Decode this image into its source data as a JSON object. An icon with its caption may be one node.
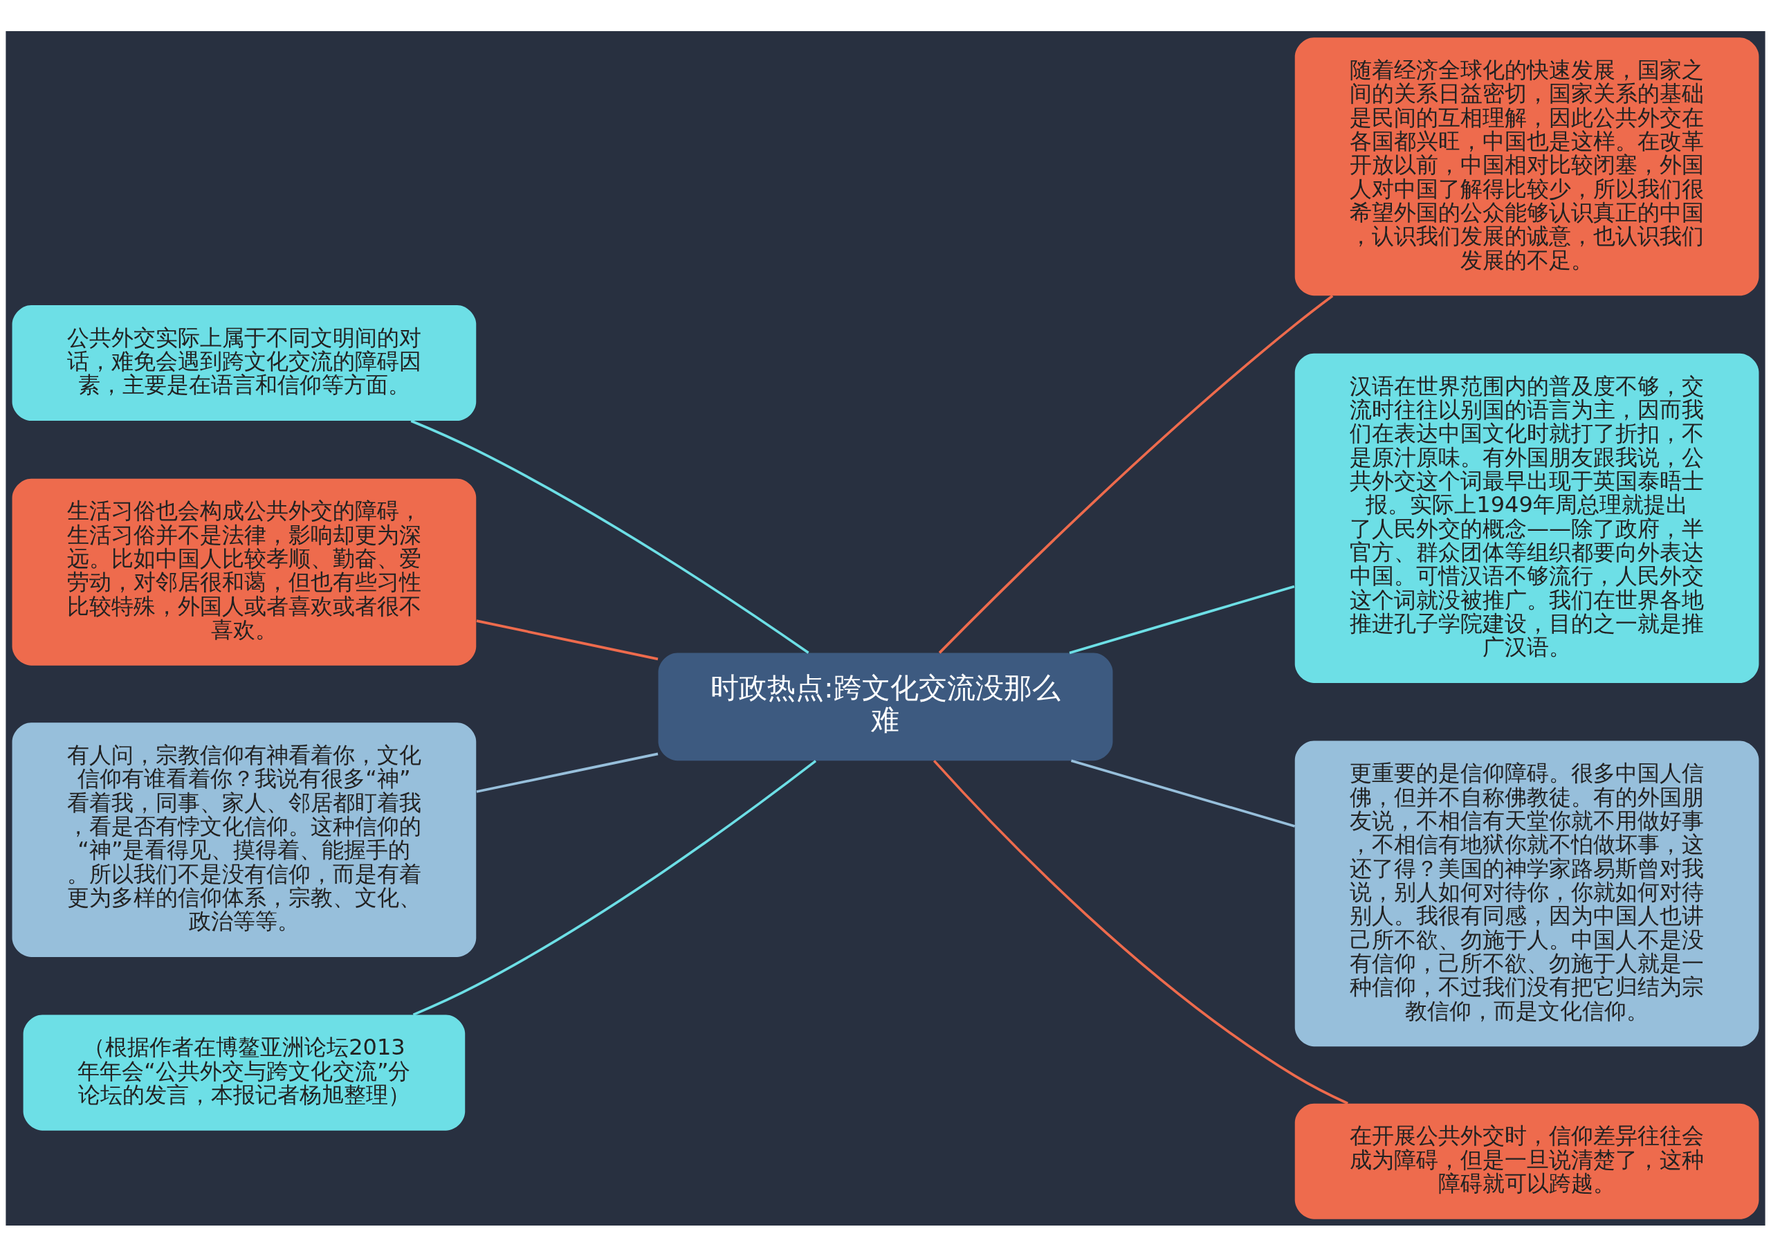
{
  "diagram": {
    "nodes": [
      {
        "text": [
          "时政热点:跨文化交流没那么难"
        ]
      },
      {
        "text": [
          "随着经济全球化的快速发展，国家之间的关系日益密切，国家关系的基础是民间的互相理解，因此公共外交在各国都兴旺，中国也是这样。在改革开放以前，中国相对比较闭塞，外国人对中国了解得比较少，所以我们很希望外国的公众能够认识真正的中国，认识我们发展的诚意，也认识我们发展的不足。"
        ]
      },
      {
        "text": [
          "汉语在世界范围内的普及度不够，交流时往往以别国的语言为主，因而我们在表达中国文化时就打了折扣，不是原汁原味。有外国朋友跟我说，公共外交这个词最早出现于英国泰晤士报。实际上1949年周总理就提出了人民外交的概念——除了政府，半官方、群众团体等组织都要向外表达中国。可惜汉语不够流行，人民外交这个词就没被推广。我们在世界各地推进孔子学院建设，目的之一就是推广汉语。"
        ]
      },
      {
        "text": [
          "更重要的是信仰障碍。很多中国人信佛，但并不自称佛教徒。有的外国朋友说，不相信有天堂你就不用做好事，不相信有地狱你就不怕做坏事，这还了得？美国的神学家路易斯曾对我说，别人如何对待你，你就如何对待别人。我很有同感，因为中国人也讲己所不欲、勿施于人。中国人不是没有信仰，己所不欲、勿施于人就是一种信仰，不过我们没有把它归结为宗教信仰，而是文化信仰。"
        ]
      },
      {
        "text": [
          "在开展公共外交时，信仰差异往往会成为障碍，但是一旦说清楚了，这种障碍就可以跨越。"
        ]
      },
      {
        "text": [
          "公共外交实际上属于不同文明间的对话，难免会遇到跨文化交流的障碍因素，主要是在语言和信仰等方面。"
        ]
      },
      {
        "text": [
          "生活习俗也会构成公共外交的障碍，生活习俗并不是法律，影响却更为深远。比如中国人比较孝顺、勤奋、爱劳动，对邻居很和蔼，但也有些习性比较特殊，外国人或者喜欢或者很不喜欢。"
        ]
      },
      {
        "text": [
          "有人问，宗教信仰有神看着你，文化信仰有谁看着你？我说有很多“神”看着我，同事、家人、邻居都盯着我，看是否有悖文化信仰。这种信仰的“神”是看得见、摸得着、能握手的。所以我们不是没有信仰，而是有着更为多样的信仰体系，宗教、文化、政治等等。"
        ]
      },
      {
        "text": [
          "（根据作者在博鳌亚洲论坛2013年年会“公共外交与跨文化交流”分论坛的发言，本报记者杨旭整理）"
        ]
      }
    ],
    "edges": [
      {
        "from": 0,
        "to": 1,
        "arrow": "none",
        "color": "#ee6b4d"
      },
      {
        "from": 0,
        "to": 2,
        "arrow": "none",
        "color": "#6ddfe6"
      },
      {
        "from": 0,
        "to": 3,
        "arrow": "none",
        "color": "#97bfdb"
      },
      {
        "from": 0,
        "to": 4,
        "arrow": "none",
        "color": "#ee6b4d"
      },
      {
        "from": 0,
        "to": 5,
        "arrow": "none",
        "color": "#6ddfe6"
      },
      {
        "from": 0,
        "to": 6,
        "arrow": "none",
        "color": "#ee6b4d"
      },
      {
        "from": 0,
        "to": 7,
        "arrow": "none",
        "color": "#97bfdb"
      },
      {
        "from": 0,
        "to": 8,
        "arrow": "none",
        "color": "#6ddfe6"
      }
    ]
  }
}
